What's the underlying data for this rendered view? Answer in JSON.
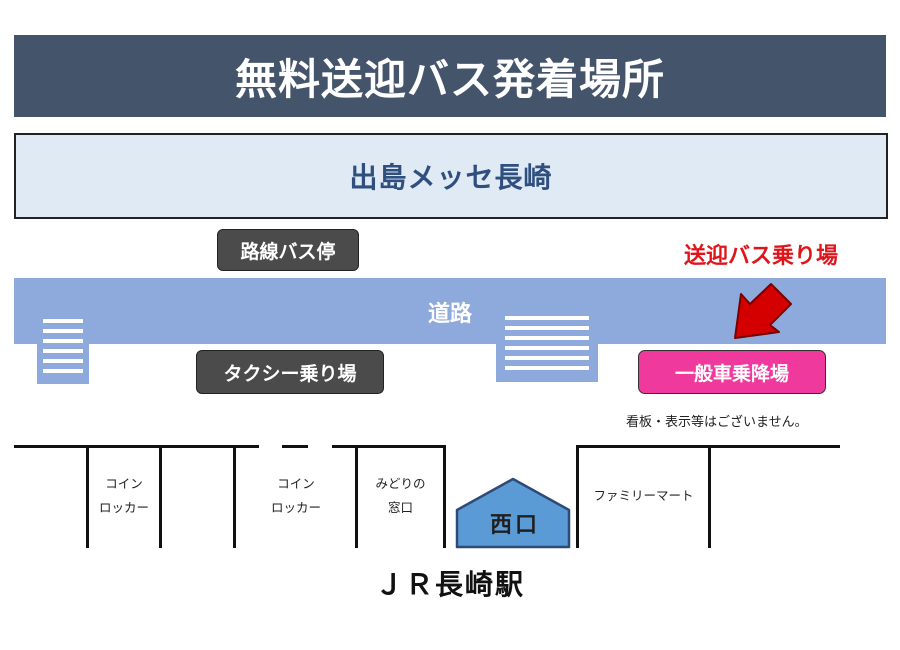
{
  "title": "無料送迎バス発着場所",
  "venue": "出島メッセ長崎",
  "road": "道路",
  "route_bus_stop": "路線バス停",
  "taxi_stand": "タクシー乗り場",
  "pickup_heading": "送迎バス乗り場",
  "general_vehicle_area": "一般車乗降場",
  "notice": "看板・表示等はございません。",
  "shops": {
    "locker1_line1": "コイン",
    "locker1_line2": "ロッカー",
    "locker2_line1": "コイン",
    "locker2_line2": "ロッカー",
    "midori_line1": "みどりの",
    "midori_line2": "窓口",
    "familymart": "ファミリーマート"
  },
  "west_exit": "西口",
  "station": "ＪＲ長崎駅",
  "colors": {
    "title_bg": "#44546a",
    "venue_bg": "#dfeaf5",
    "road": "#8ea9db",
    "pickup_text": "#e0151b",
    "general_bg": "#f0399c",
    "arrow": "#d40000",
    "exit_fill": "#5b9bd5"
  }
}
